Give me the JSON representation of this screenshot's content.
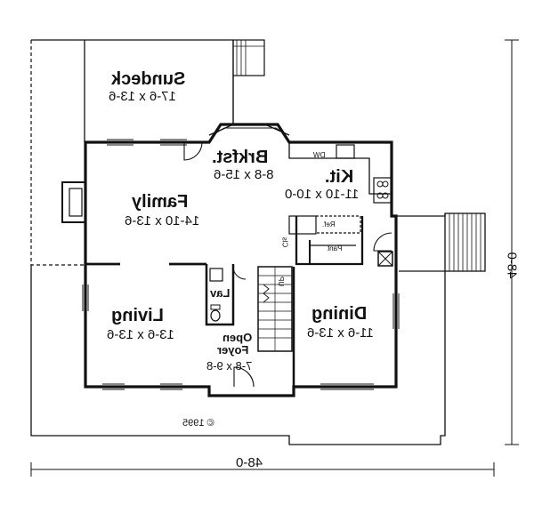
{
  "rooms": {
    "sundeck": {
      "name": "Sundeck",
      "size": "17-6 x 13-6"
    },
    "brkfst": {
      "name": "Brkfst.",
      "size": "8-8 x 15-6"
    },
    "kit": {
      "name": "Kit.",
      "size": "11-10 x 10-0"
    },
    "family": {
      "name": "Family",
      "size": "14-10 x 13-6"
    },
    "living": {
      "name": "Living",
      "size": "13-6 x 13-6"
    },
    "dining": {
      "name": "Dining",
      "size": "11-6 x 13-6"
    },
    "foyer": {
      "name1": "Open",
      "name2": "Foyer",
      "size": "7-8 x 9-8"
    },
    "lav": {
      "name": "Lav"
    }
  },
  "fixtures": {
    "dw": "DW",
    "ref": "Ref.",
    "pant": "Pant",
    "cls": "Cls",
    "up": "UP"
  },
  "dimensions": {
    "width": "48-0",
    "depth": "48-0"
  },
  "copyright": "© 1995"
}
